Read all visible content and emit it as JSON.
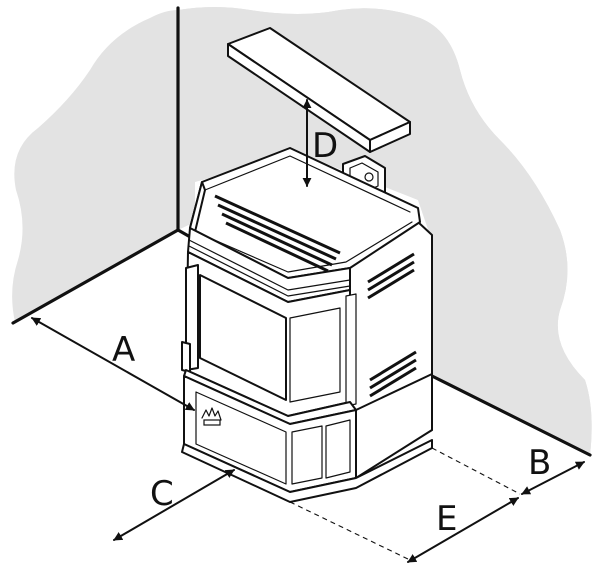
{
  "colors": {
    "wall_fill": "#e3e3e3",
    "line": "#111111",
    "background": "#ffffff"
  },
  "labels": {
    "a": "A",
    "b": "B",
    "c": "C",
    "d": "D",
    "e": "E"
  },
  "icons": {
    "logo": "flame-logo-icon"
  }
}
